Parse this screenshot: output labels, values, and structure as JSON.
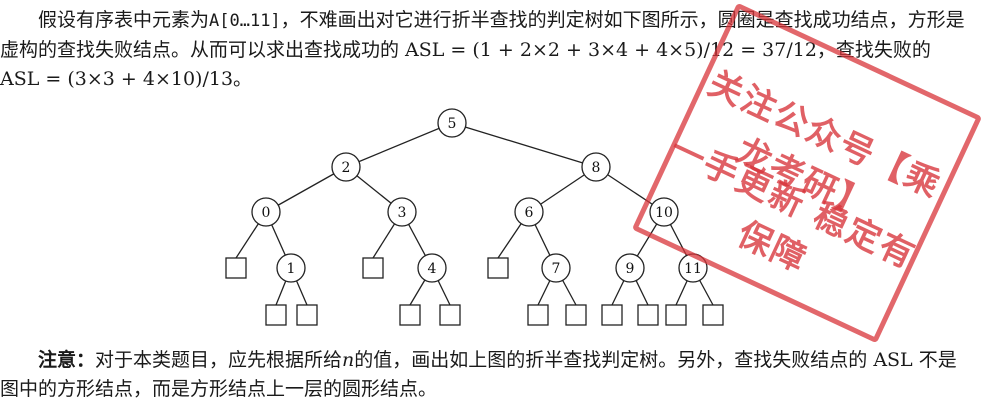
{
  "paragraph1": {
    "part1": "假设有序表中元素为",
    "code": "A[0…11]",
    "part2": "，不难画出对它进行折半查找的判定树如下图所示，圆圈是查找成功结点，方形是虚构的查找失败结点。从而可以求出查找成功的 ASL = (1 + 2×2 + 3×4 + 4×5)/12 = 37/12，查找失败的 ASL = (3×3 + 4×10)/13。"
  },
  "tree": {
    "nodes": [
      {
        "id": "n5",
        "label": "5"
      },
      {
        "id": "n2",
        "label": "2"
      },
      {
        "id": "n8",
        "label": "8"
      },
      {
        "id": "n0",
        "label": "0"
      },
      {
        "id": "n3",
        "label": "3"
      },
      {
        "id": "n6",
        "label": "6"
      },
      {
        "id": "n10",
        "label": "10"
      },
      {
        "id": "n1",
        "label": "1"
      },
      {
        "id": "n4",
        "label": "4"
      },
      {
        "id": "n7",
        "label": "7"
      },
      {
        "id": "n9",
        "label": "9"
      },
      {
        "id": "n11",
        "label": "11"
      }
    ],
    "failure_nodes": 13
  },
  "paragraph2": {
    "label": "注意：",
    "part1": "对于本类题目，应先根据所给",
    "var": "n",
    "part2": "的值，画出如上图的折半查找判定树。另外，查找失败结点的 ASL 不是图中的方形结点，而是方形结点上一层的圆形结点。"
  },
  "stamp": {
    "line1": "关注公众号【乘龙考研】",
    "line2": "一手更新 稳定有保障"
  }
}
